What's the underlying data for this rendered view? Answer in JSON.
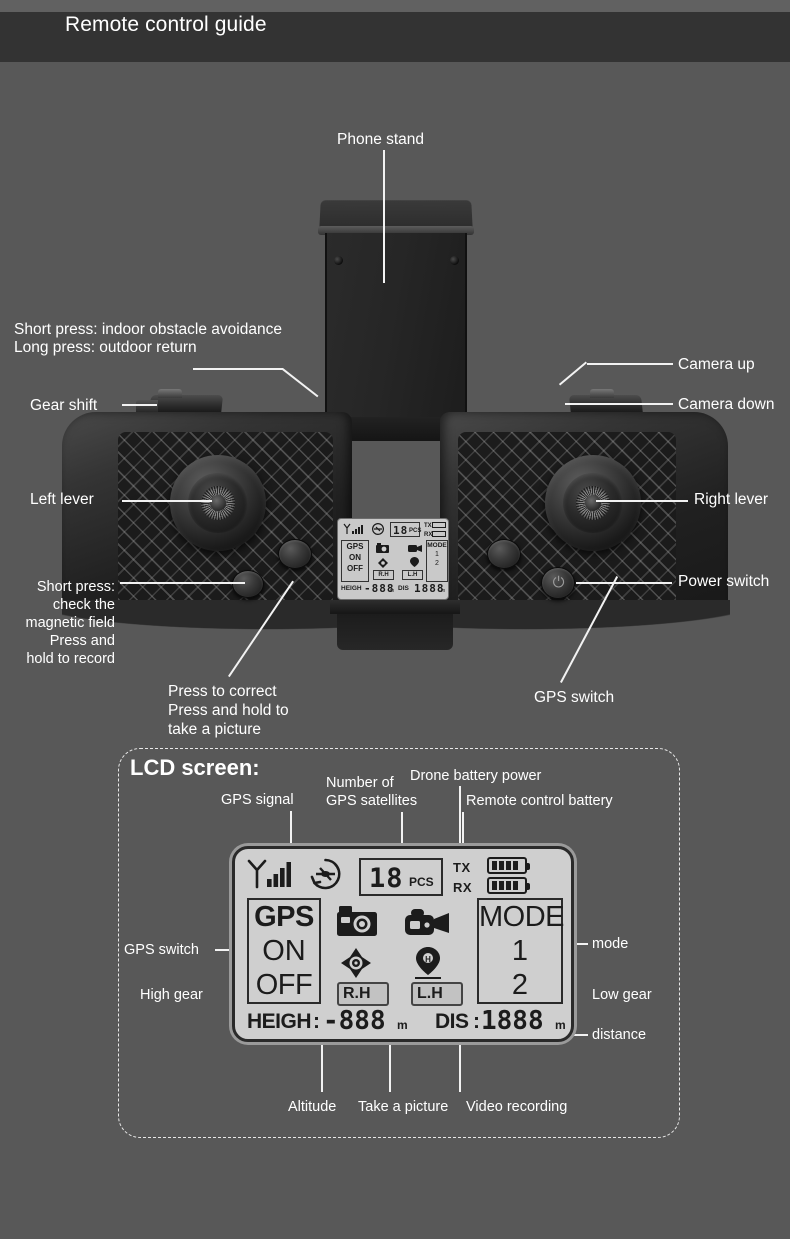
{
  "header": {
    "title": "Remote control guide"
  },
  "callouts": {
    "phone_stand": "Phone stand",
    "obstacle_line1": "Short press: indoor obstacle avoidance",
    "obstacle_line2": "Long press: outdoor return",
    "gear_shift": "Gear shift",
    "left_lever": "Left lever",
    "magnetic_line1": "Short press:",
    "magnetic_line2": "check the",
    "magnetic_line3": "magnetic field",
    "magnetic_line4": "Press and",
    "magnetic_line5": "hold to record",
    "correct_line1": "Press to correct",
    "correct_line2": "Press and hold to",
    "correct_line3": "take a picture",
    "gps_switch_body": "GPS switch",
    "camera_up": "Camera up",
    "camera_down": "Camera down",
    "right_lever": "Right lever",
    "power_switch": "Power switch"
  },
  "lcd_panel": {
    "title": "LCD screen:",
    "labels": {
      "gps_signal": "GPS signal",
      "num_satellites_l1": "Number of",
      "num_satellites_l2": "GPS satellites",
      "drone_battery": "Drone battery power",
      "remote_battery": "Remote control battery",
      "gps_switch": "GPS switch",
      "high_gear": "High gear",
      "mode": "mode",
      "low_gear": "Low gear",
      "distance": "distance",
      "altitude": "Altitude",
      "take_picture": "Take a picture",
      "video_recording": "Video recording"
    }
  },
  "lcd_display": {
    "satellite_count": "18",
    "pcs_unit": "PCS",
    "tx_label": "TX",
    "rx_label": "RX",
    "tx_bars": 4,
    "rx_bars": 4,
    "signal_bars": 4,
    "gps_label": "GPS",
    "on_label": "ON",
    "off_label": "OFF",
    "mode_label": "MODE",
    "mode_1": "1",
    "mode_2": "2",
    "rh_tag": "R.H",
    "lh_tag": "L.H",
    "heigh_label": "HEIGH",
    "heigh_colon": ":",
    "heigh_value": "-888",
    "heigh_unit": "m",
    "dis_label": "DIS",
    "dis_colon": ":",
    "dis_value": "1888",
    "dis_unit": "m"
  },
  "mini_lcd": {
    "gps_label": "GPS",
    "on_label": "ON",
    "off_label": "OFF",
    "mode_label": "MODE",
    "mode_1": "1",
    "mode_2": "2",
    "rh_tag": "R.H",
    "lh_tag": "L.H",
    "heigh_label": "HEIGH",
    "heigh_value": "-888",
    "heigh_unit": "m",
    "dis_label": "DIS",
    "dis_value": "1888",
    "dis_unit": "m",
    "sat_count": "18",
    "pcs_unit": "PCS",
    "tx_label": "TX",
    "rx_label": "RX"
  },
  "colors": {
    "background": "#585858",
    "header_bg": "#333333",
    "text": "#ffffff",
    "lcd_bg": "#cfcfcf",
    "lcd_ink": "#1c1c1c"
  },
  "power_glyph": "⏻"
}
